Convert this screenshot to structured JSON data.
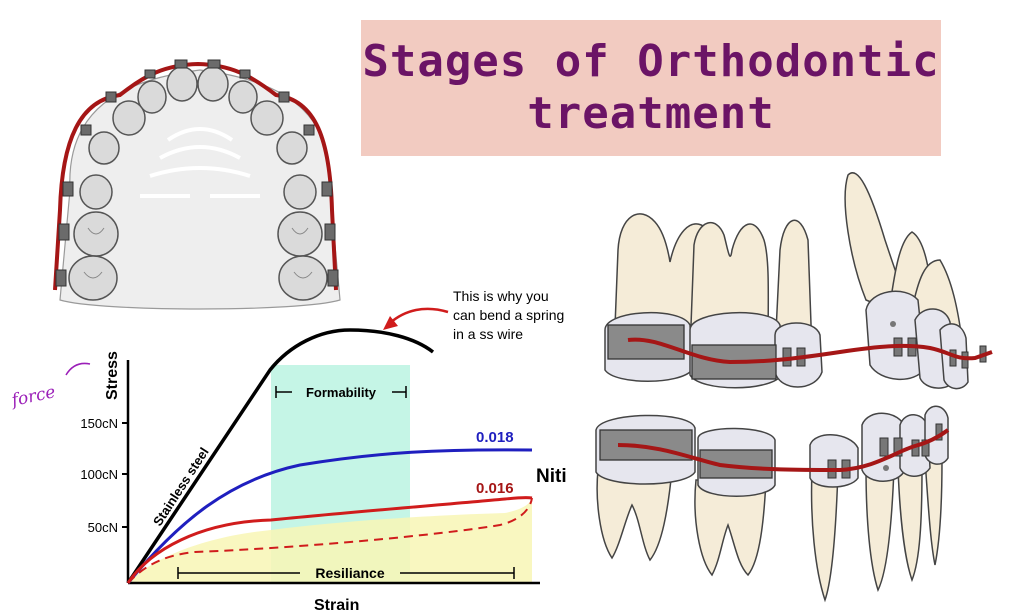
{
  "title": "Stages of Orthodontic treatment",
  "annotation": {
    "force": "force",
    "note_lines": [
      "This is why you",
      "can bend a spring",
      "in a ss wire"
    ]
  },
  "chart": {
    "y_title": "Stress",
    "x_title": "Strain",
    "tick_labels": [
      "150cN",
      "100cN",
      "50cN"
    ],
    "formability": "Formability",
    "resiliance": "Resiliance",
    "stainless_steel": "Stainless steel",
    "wire_018": "0.018",
    "wire_016": "0.016",
    "niti": "Niti"
  },
  "colors": {
    "title_bg": "#f2cbc1",
    "title_text": "#6b1466",
    "wire": "#a51616",
    "blue": "#1f1fbf",
    "red": "#d01c1c",
    "formability_fill": "#c5f5e6",
    "resiliance_fill": "#f8f6b5",
    "force": "#9b1fb8"
  }
}
